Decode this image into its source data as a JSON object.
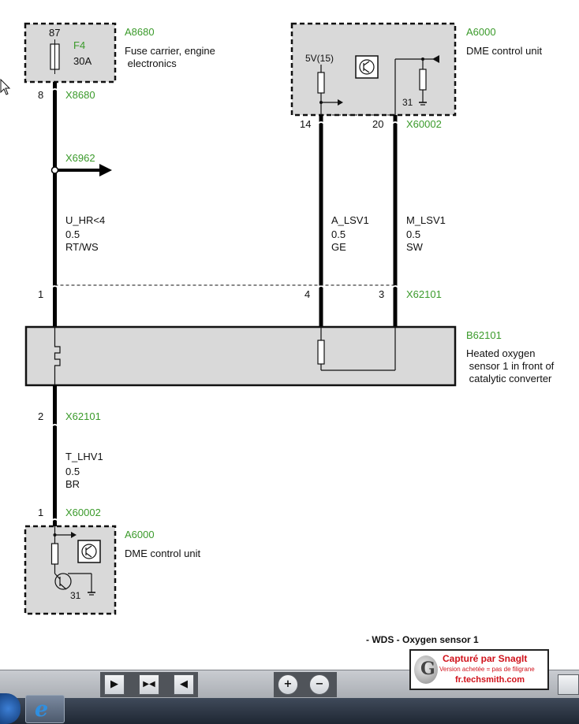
{
  "diagram": {
    "title": "- WDS - Oxygen sensor 1",
    "fuse_box": {
      "component": "A8680",
      "description_line1": "Fuse carrier, engine",
      "description_line2": " electronics",
      "fuse_id": "F4",
      "fuse_rating": "30A",
      "fuse_pin": "87",
      "out_pin": "8",
      "connector": "X8680"
    },
    "splice": {
      "id": "X6962"
    },
    "dme_top": {
      "component": "A6000",
      "description": "DME control unit",
      "supply": "5V(15)",
      "ground": "31",
      "pin_a": "14",
      "pin_b": "20",
      "connector": "X60002"
    },
    "wires_top": [
      {
        "name": "U_HR<4",
        "size": "0.5",
        "color": "RT/WS"
      },
      {
        "name": "A_LSV1",
        "size": "0.5",
        "color": "GE"
      },
      {
        "name": "M_LSV1",
        "size": "0.5",
        "color": "SW"
      }
    ],
    "sensor_connector": {
      "id": "X62101",
      "pin_1": "1",
      "pin_4": "4",
      "pin_3": "3"
    },
    "sensor": {
      "component": "B62101",
      "description_line1": "Heated oxygen",
      "description_line2": " sensor 1 in front of",
      "description_line3": " catalytic converter"
    },
    "sensor_bottom": {
      "connector": "X62101",
      "pin": "2"
    },
    "wire_bottom": {
      "name": "T_LHV1",
      "size": "0.5",
      "color": "BR"
    },
    "dme_bottom": {
      "component": "A6000",
      "description": "DME control unit",
      "connector": "X60002",
      "pin": "1",
      "ground": "31"
    }
  },
  "watermark": {
    "line1": "Capturé par SnagIt",
    "line2": "Version achetée = pas de filigrane",
    "line3": "fr.techsmith.com"
  },
  "toolbar": {
    "btn_first": "▶",
    "btn_split": "▶◀",
    "btn_back": "◀",
    "btn_zoom_in": "+",
    "btn_zoom_out": "−"
  },
  "taskbar": {
    "ie_glyph": "e"
  },
  "colors": {
    "component_id": "#3a9a2a",
    "box_fill": "#d9d9d9",
    "wire": "#000000"
  }
}
